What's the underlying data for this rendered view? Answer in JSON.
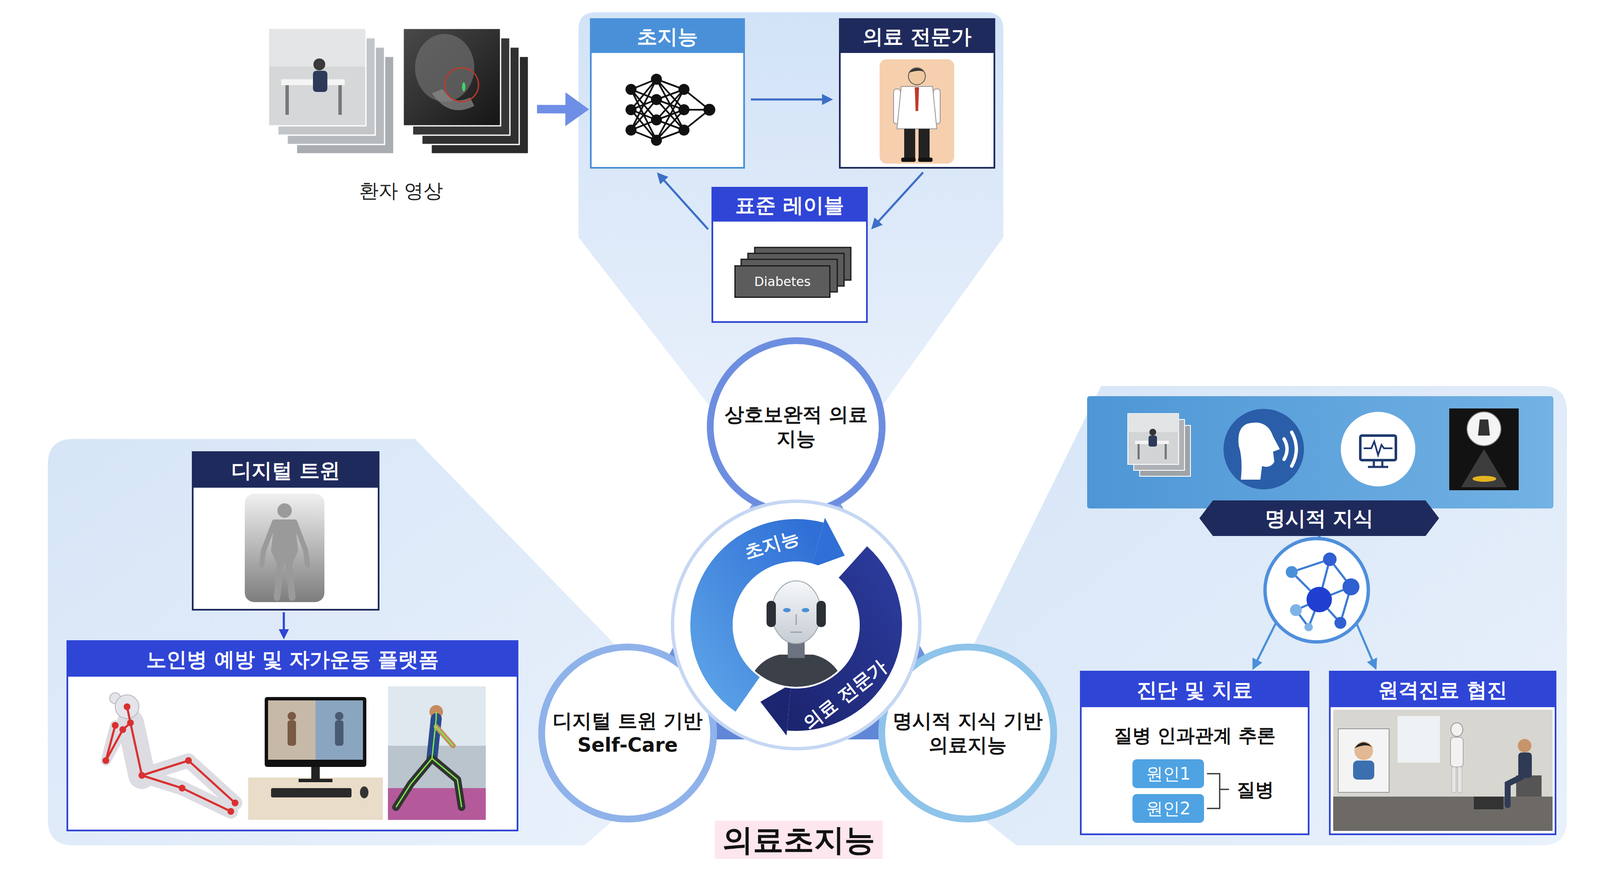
{
  "diagram": {
    "caption": "의료초지능",
    "nodes": [
      {
        "text": [
          "환자 영상"
        ]
      },
      {
        "text": [
          "초지능"
        ]
      },
      {
        "text": [
          "의료 전문가"
        ]
      },
      {
        "text": [
          "표준 레이블"
        ]
      },
      {
        "text": [
          "Diabetes"
        ],
        "in": 3
      },
      {
        "text": [
          "상호보완적 의료지능"
        ]
      },
      {
        "text": [
          "초지능",
          "의료 전문가"
        ]
      },
      {
        "text": [
          "디지털 트윈 기반 Self-Care"
        ]
      },
      {
        "text": [
          "명시적 지식 기반 의료지능"
        ]
      },
      {
        "text": [
          "디지털 트윈"
        ]
      },
      {
        "text": [
          "노인병 예방 및 자가운동 플랫폼"
        ]
      },
      {
        "text": [
          "명시적 지식"
        ]
      },
      {
        "text": [
          "진단 및 치료",
          "질병 인과관계 추론",
          "질병"
        ]
      },
      {
        "text": [
          "원인1"
        ],
        "in": 12
      },
      {
        "text": [
          "원인2"
        ],
        "in": 12
      },
      {
        "text": [
          "원격진료 협진"
        ]
      }
    ],
    "edges": [
      {
        "from": 0,
        "to": 1,
        "arrow": "to"
      },
      {
        "from": 1,
        "to": 2,
        "arrow": "to"
      },
      {
        "from": 2,
        "to": 3,
        "arrow": "to"
      },
      {
        "from": 3,
        "to": 1,
        "arrow": "to"
      },
      {
        "from": 9,
        "to": 10,
        "arrow": "to"
      },
      {
        "from": 11,
        "to": 12,
        "arrow": "to"
      },
      {
        "from": 11,
        "to": 15,
        "arrow": "to"
      }
    ]
  }
}
